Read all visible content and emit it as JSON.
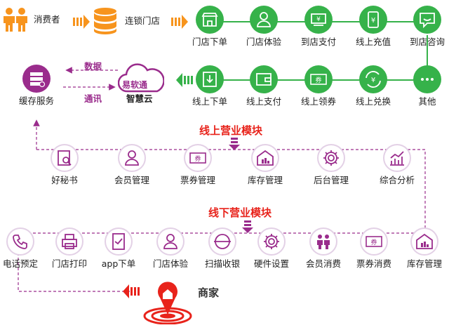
{
  "top_row": {
    "consumer": "消费者",
    "chain_store": "连锁门店",
    "nodes": [
      {
        "label": "门店下单",
        "icon": "storefront-icon"
      },
      {
        "label": "门店体验",
        "icon": "user-icon"
      },
      {
        "label": "到店支付",
        "icon": "cash-icon"
      },
      {
        "label": "线上充值",
        "icon": "phone-yuan-icon"
      },
      {
        "label": "到店咨询",
        "icon": "chat-icon"
      }
    ]
  },
  "second_row": [
    {
      "label": "其他",
      "icon": "more-icon"
    },
    {
      "label": "线上兑换",
      "icon": "exchange-yuan-icon"
    },
    {
      "label": "线上领券",
      "icon": "coupon-icon"
    },
    {
      "label": "线上支付",
      "icon": "wallet-icon"
    },
    {
      "label": "线上下单",
      "icon": "download-icon"
    }
  ],
  "cloud": {
    "label": "智慧云",
    "brand": "易软通",
    "data_label": "数据",
    "comm_label": "通讯"
  },
  "cache_service": {
    "label": "缓存服务",
    "icon": "server-icon"
  },
  "online_section": {
    "title": "线上营业模块",
    "nodes": [
      {
        "label": "好秘书",
        "icon": "search-doc-icon"
      },
      {
        "label": "会员管理",
        "icon": "user-icon"
      },
      {
        "label": "票券管理",
        "icon": "coupon-icon"
      },
      {
        "label": "库存管理",
        "icon": "warehouse-icon"
      },
      {
        "label": "后台管理",
        "icon": "gear-icon"
      },
      {
        "label": "综合分析",
        "icon": "chart-icon"
      }
    ]
  },
  "offline_section": {
    "title": "线下营业模块",
    "nodes": [
      {
        "label": "电话预定",
        "icon": "phone-icon"
      },
      {
        "label": "门店打印",
        "icon": "printer-icon"
      },
      {
        "label": "app下单",
        "icon": "tablet-icon"
      },
      {
        "label": "门店体验",
        "icon": "user-icon"
      },
      {
        "label": "扫描收银",
        "icon": "scan-icon"
      },
      {
        "label": "硬件设置",
        "icon": "gear-icon"
      },
      {
        "label": "会员消费",
        "icon": "people-icon"
      },
      {
        "label": "票券消费",
        "icon": "coupon-icon"
      },
      {
        "label": "库存管理",
        "icon": "warehouse-icon"
      }
    ]
  },
  "merchant": {
    "label": "商家",
    "icon": "location-pin-icon"
  },
  "colors": {
    "green": "#36b24a",
    "purple": "#9a2c8c",
    "orange": "#f7941d",
    "red": "#e8231b"
  }
}
